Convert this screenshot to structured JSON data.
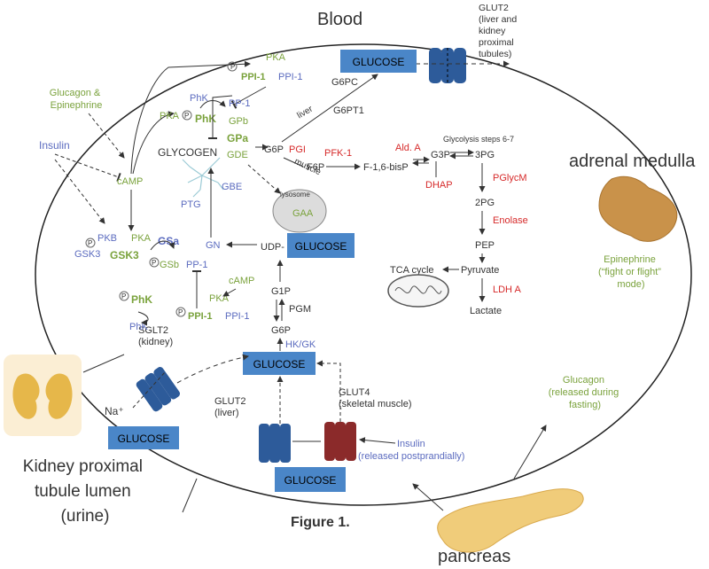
{
  "labels": {
    "blood": "Blood",
    "glut2_top": [
      "GLUT2",
      "(liver and",
      "kidney",
      "proximal",
      "tubules)"
    ],
    "adrenal": "adrenal medulla",
    "epinephrine_flight": [
      "Epinephrine",
      "(“fight or flight”",
      "mode)"
    ],
    "glucose": "GLUCOSE",
    "kidney_lumen": [
      "Kidney proximal",
      "tubule lumen",
      "(urine)"
    ],
    "figure": "Figure 1.",
    "pancreas": "pancreas",
    "glucagon_release": [
      "Glucagon",
      "(released during",
      "fasting)"
    ],
    "insulin_release": [
      "Insulin",
      "(released postprandially)"
    ],
    "glut2_liver": [
      "GLUT2",
      "(liver)"
    ],
    "glut4": [
      "GLUT4",
      "(skeletal muscle)"
    ],
    "sglt2": [
      "SGLT2",
      "(kidney)"
    ],
    "na": "Na⁺",
    "glucagon_epi": [
      "Glucagon &",
      "Epinephrine"
    ],
    "insulin": "Insulin",
    "camp": "cAMP",
    "pka": "PKA",
    "ppi1": "PPI-1",
    "phk": "PhK",
    "pp1": "PP-1",
    "gpb": "GPb",
    "gpa": "GPa",
    "gde": "GDE",
    "glycogen": "GLYCOGEN",
    "g6p": "G6P",
    "g6pc": "G6PC",
    "g6pt1": "G6PT1",
    "liver": "liver",
    "muscle": "muscle",
    "pgi": "PGI",
    "f6p": "F6P",
    "pfk1": "PFK-1",
    "f16bisp": "F-1,6-bisP",
    "alda": "Ald. A",
    "g3p": "G3P",
    "dhap": "DHAP",
    "glyc_steps": "Glycolysis steps 6-7",
    "p3g": "3PG",
    "pglycm": "PGlycM",
    "p2g": "2PG",
    "enolase": "Enolase",
    "pep": "PEP",
    "pyruvate": "Pyruvate",
    "tca": "TCA cycle",
    "ldha": "LDH A",
    "lactate": "Lactate",
    "lysosome": "lysosome",
    "gaa": "GAA",
    "gbe": "GBE",
    "ptg": "PTG",
    "gn": "GN",
    "udp": "UDP-",
    "pkb": "PKB",
    "gsk3": "GSK3",
    "gsa": "GSa",
    "gsb": "GSb",
    "g1p": "G1P",
    "pgm": "PGM",
    "hkgk": "HK/GK",
    "p": "P"
  },
  "colors": {
    "glucose_box": "#4a86c8",
    "transporter_blue": "#2d5b9a",
    "transporter_red": "#8b2a2a",
    "protein_blue": "#5b6bbf",
    "protein_green": "#7aa23c",
    "enzyme_red": "#d62a2a"
  }
}
